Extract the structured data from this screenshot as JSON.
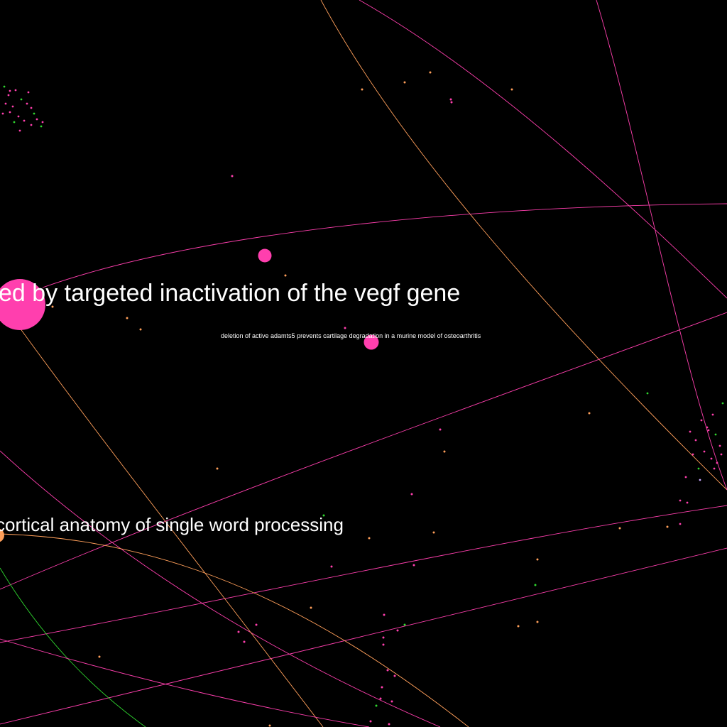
{
  "labels": {
    "vegf": "ed by targeted inactivation of the vegf gene",
    "adamts5": "deletion of active adamts5 prevents cartilage degradation in a murine model of osteoarthritis",
    "cortical": "cortical anatomy of single word processing"
  },
  "colors": {
    "background": "#000000",
    "pink": "#ff3fae",
    "orange": "#ff9f5a",
    "green": "#2fd62f",
    "label": "#ffffff",
    "lavender": "#c9a8ff"
  }
}
